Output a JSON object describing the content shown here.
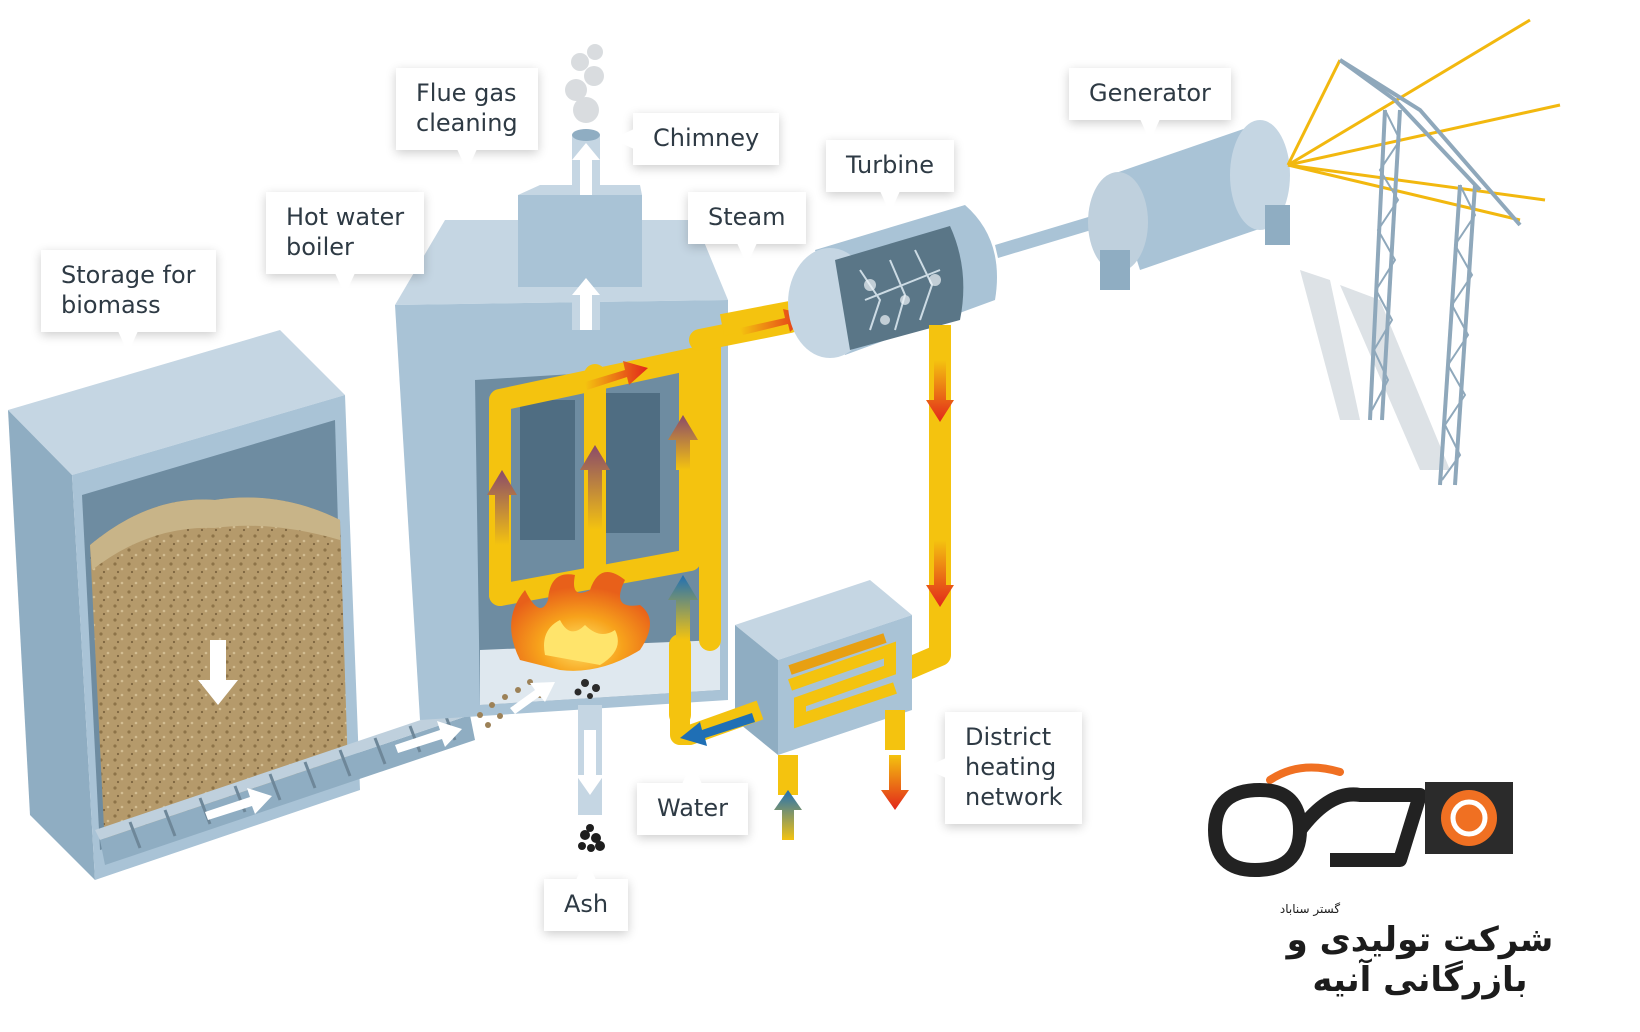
{
  "labels": {
    "flue_gas_cleaning": "Flue gas\ncleaning",
    "chimney": "Chimney",
    "turbine": "Turbine",
    "generator": "Generator",
    "steam": "Steam",
    "hot_water_boiler": "Hot water\nboiler",
    "storage_for_biomass": "Storage for\nbiomass",
    "water": "Water",
    "ash": "Ash",
    "district_heating_network": "District\nheating\nnetwork"
  },
  "logo": {
    "company_name": "شرکت تولیدی و بازرگانی آنیه",
    "tagline": "گستر سناباد"
  },
  "colors": {
    "machine_body": "#a9c3d6",
    "machine_dark": "#7f9db3",
    "pipe_yellow": "#f4c30f",
    "hot_red": "#e2261b",
    "cold_blue": "#1f6fb5",
    "biomass": "#b49a6c",
    "power_line": "#f2b80f",
    "logo_orange": "#f07022"
  },
  "icons": [
    "flame-icon",
    "smoke-icon",
    "flow-arrow-icon",
    "pylon-icon",
    "logo-icon"
  ]
}
